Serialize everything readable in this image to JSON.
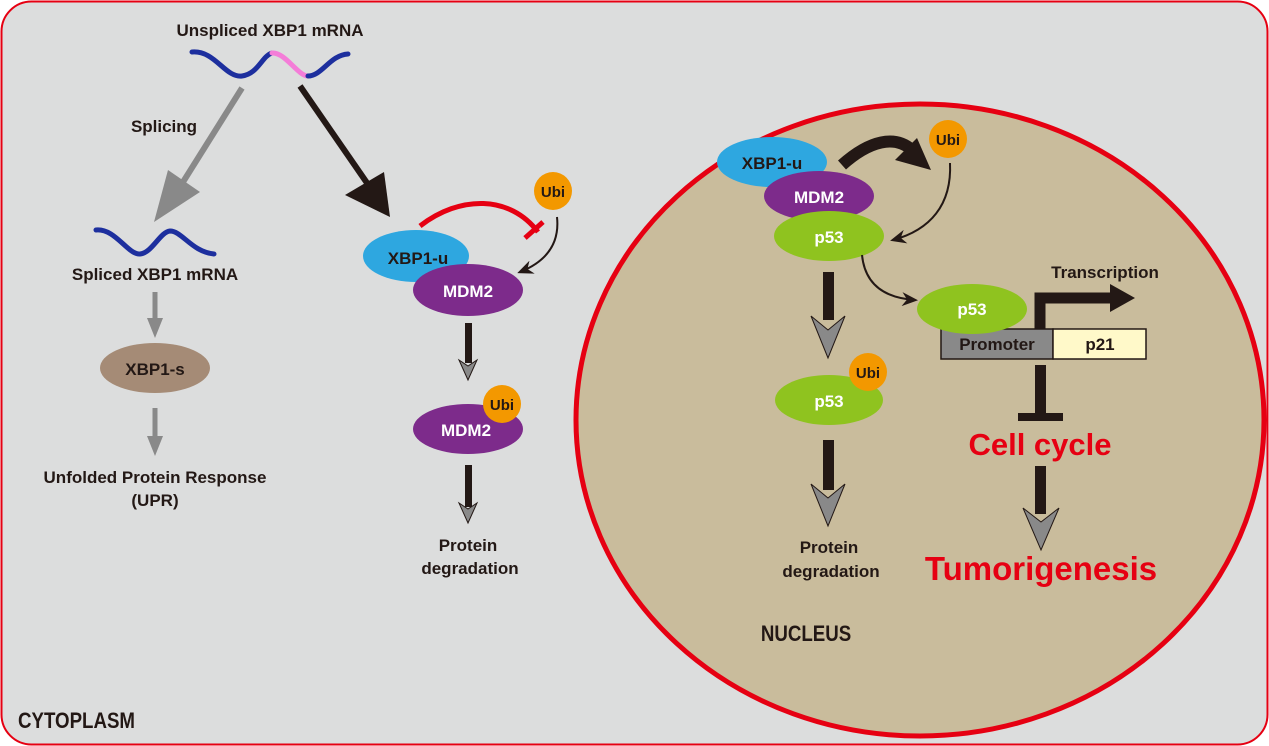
{
  "colors": {
    "cytoplasm_fill": "#dcdddd",
    "membrane_red": "#e60012",
    "nucleus_fill": "#c9bc9c",
    "xbp1u_blue": "#2ea7e0",
    "mdm2_purple": "#7d2b8b",
    "p53_green": "#8fc31f",
    "ubi_orange": "#f39800",
    "xbp1s_brown": "#a58b76",
    "mrna_blue": "#1d2f9e",
    "mrna_pink": "#f47dd8",
    "promoter_gray": "#898989",
    "p21_yellow": "#fff9c9",
    "arrow_dark": "#231815",
    "arrow_gray": "#898989"
  },
  "compartments": {
    "cytoplasm": "CYTOPLASM",
    "nucleus": "NUCLEUS"
  },
  "cytoplasm": {
    "unspliced_mrna": "Unspliced XBP1 mRNA",
    "splicing": "Splicing",
    "spliced_mrna": "Spliced XBP1 mRNA",
    "xbp1s": "XBP1-s",
    "upr_line1": "Unfolded Protein Response",
    "upr_line2": "(UPR)",
    "xbp1u": "XBP1-u",
    "mdm2": "MDM2",
    "ubi": "Ubi",
    "mdm2_ubi": "MDM2",
    "ubi2": "Ubi",
    "degradation_line1": "Protein",
    "degradation_line2": "degradation"
  },
  "nucleus": {
    "xbp1u": "XBP1-u",
    "mdm2": "MDM2",
    "p53": "p53",
    "ubi": "Ubi",
    "p53_ubi": "p53",
    "ubi2": "Ubi",
    "degradation_line1": "Protein",
    "degradation_line2": "degradation",
    "p53_bound": "p53",
    "transcription": "Transcription",
    "promoter": "Promoter",
    "p21": "p21",
    "cell_cycle": "Cell cycle",
    "tumorigenesis": "Tumorigenesis"
  }
}
